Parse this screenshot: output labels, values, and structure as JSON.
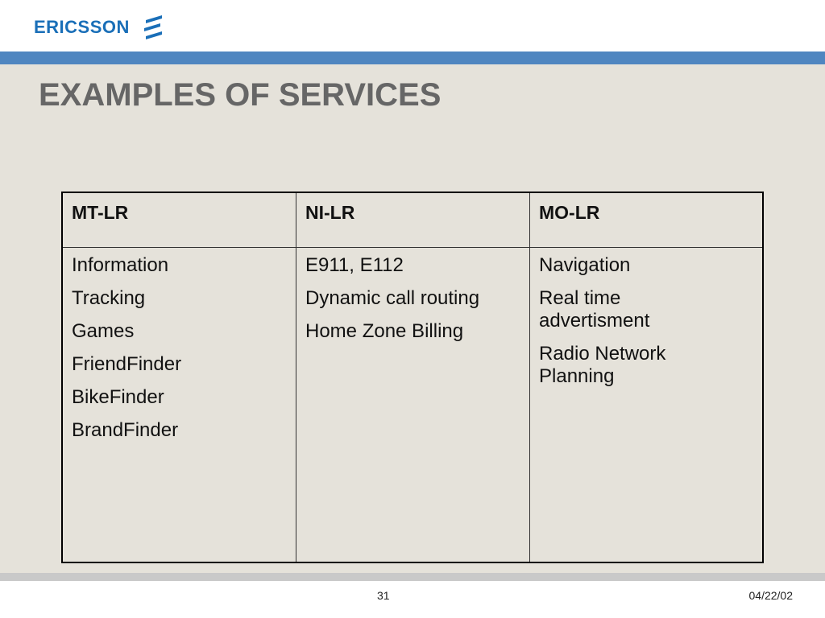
{
  "header": {
    "logo_text": "ERICSSON",
    "logo_icon": "ericsson-logo-icon",
    "brand_color": "#1a6fb8",
    "accent_bar_color": "#4f86c0"
  },
  "slide": {
    "title": "EXAMPLES OF SERVICES",
    "title_color": "#666666",
    "background_color": "#e5e2da"
  },
  "table": {
    "columns": [
      {
        "header": "MT-LR",
        "items": [
          "Information",
          "Tracking",
          "Games",
          "FriendFinder",
          "BikeFinder",
          "BrandFinder"
        ]
      },
      {
        "header": "NI-LR",
        "items": [
          "E911, E112",
          "Dynamic call routing",
          "Home Zone Billing"
        ]
      },
      {
        "header": "MO-LR",
        "items": [
          "Navigation",
          "Real time advertisment",
          "Radio Network Planning"
        ]
      }
    ]
  },
  "footer": {
    "page_number": "31",
    "date": "04/22/02"
  }
}
